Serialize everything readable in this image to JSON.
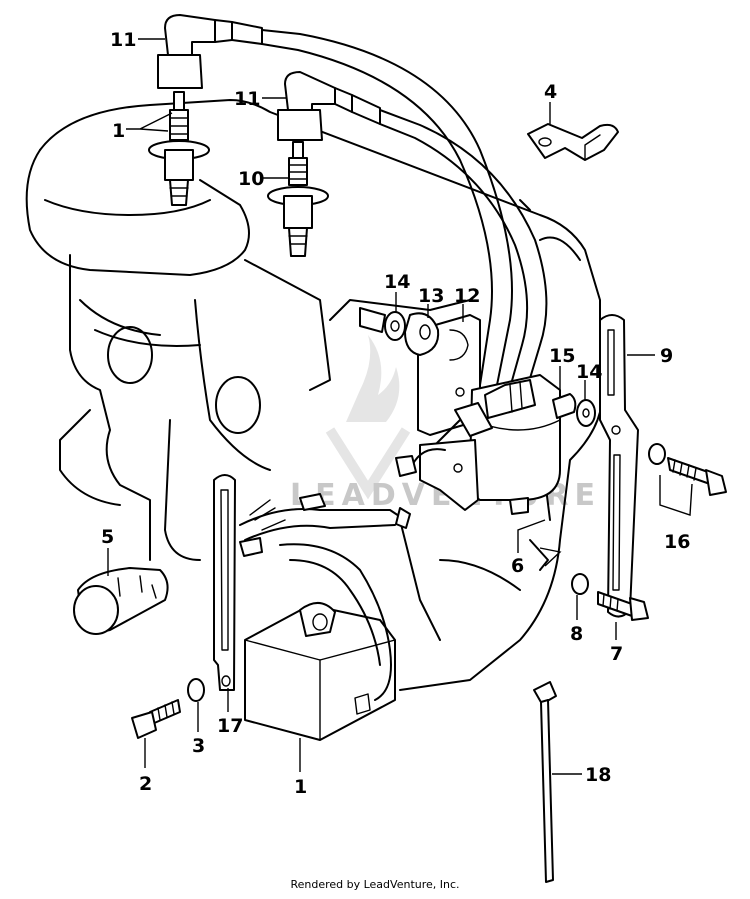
{
  "watermark": "LEADVENTURE",
  "footer": "Rendered by LeadVenture, Inc.",
  "callouts": [
    {
      "id": "c11a",
      "label": "11"
    },
    {
      "id": "c11b",
      "label": "11"
    },
    {
      "id": "c1a",
      "label": "1"
    },
    {
      "id": "c10",
      "label": "10"
    },
    {
      "id": "c4",
      "label": "4"
    },
    {
      "id": "c14a",
      "label": "14"
    },
    {
      "id": "c13",
      "label": "13"
    },
    {
      "id": "c12",
      "label": "12"
    },
    {
      "id": "c9",
      "label": "9"
    },
    {
      "id": "c15",
      "label": "15"
    },
    {
      "id": "c14b",
      "label": "14"
    },
    {
      "id": "c16",
      "label": "16"
    },
    {
      "id": "c5",
      "label": "5"
    },
    {
      "id": "c6",
      "label": "6"
    },
    {
      "id": "c8",
      "label": "8"
    },
    {
      "id": "c7",
      "label": "7"
    },
    {
      "id": "c17",
      "label": "17"
    },
    {
      "id": "c3",
      "label": "3"
    },
    {
      "id": "c2",
      "label": "2"
    },
    {
      "id": "c1b",
      "label": "1"
    },
    {
      "id": "c18",
      "label": "18"
    }
  ]
}
